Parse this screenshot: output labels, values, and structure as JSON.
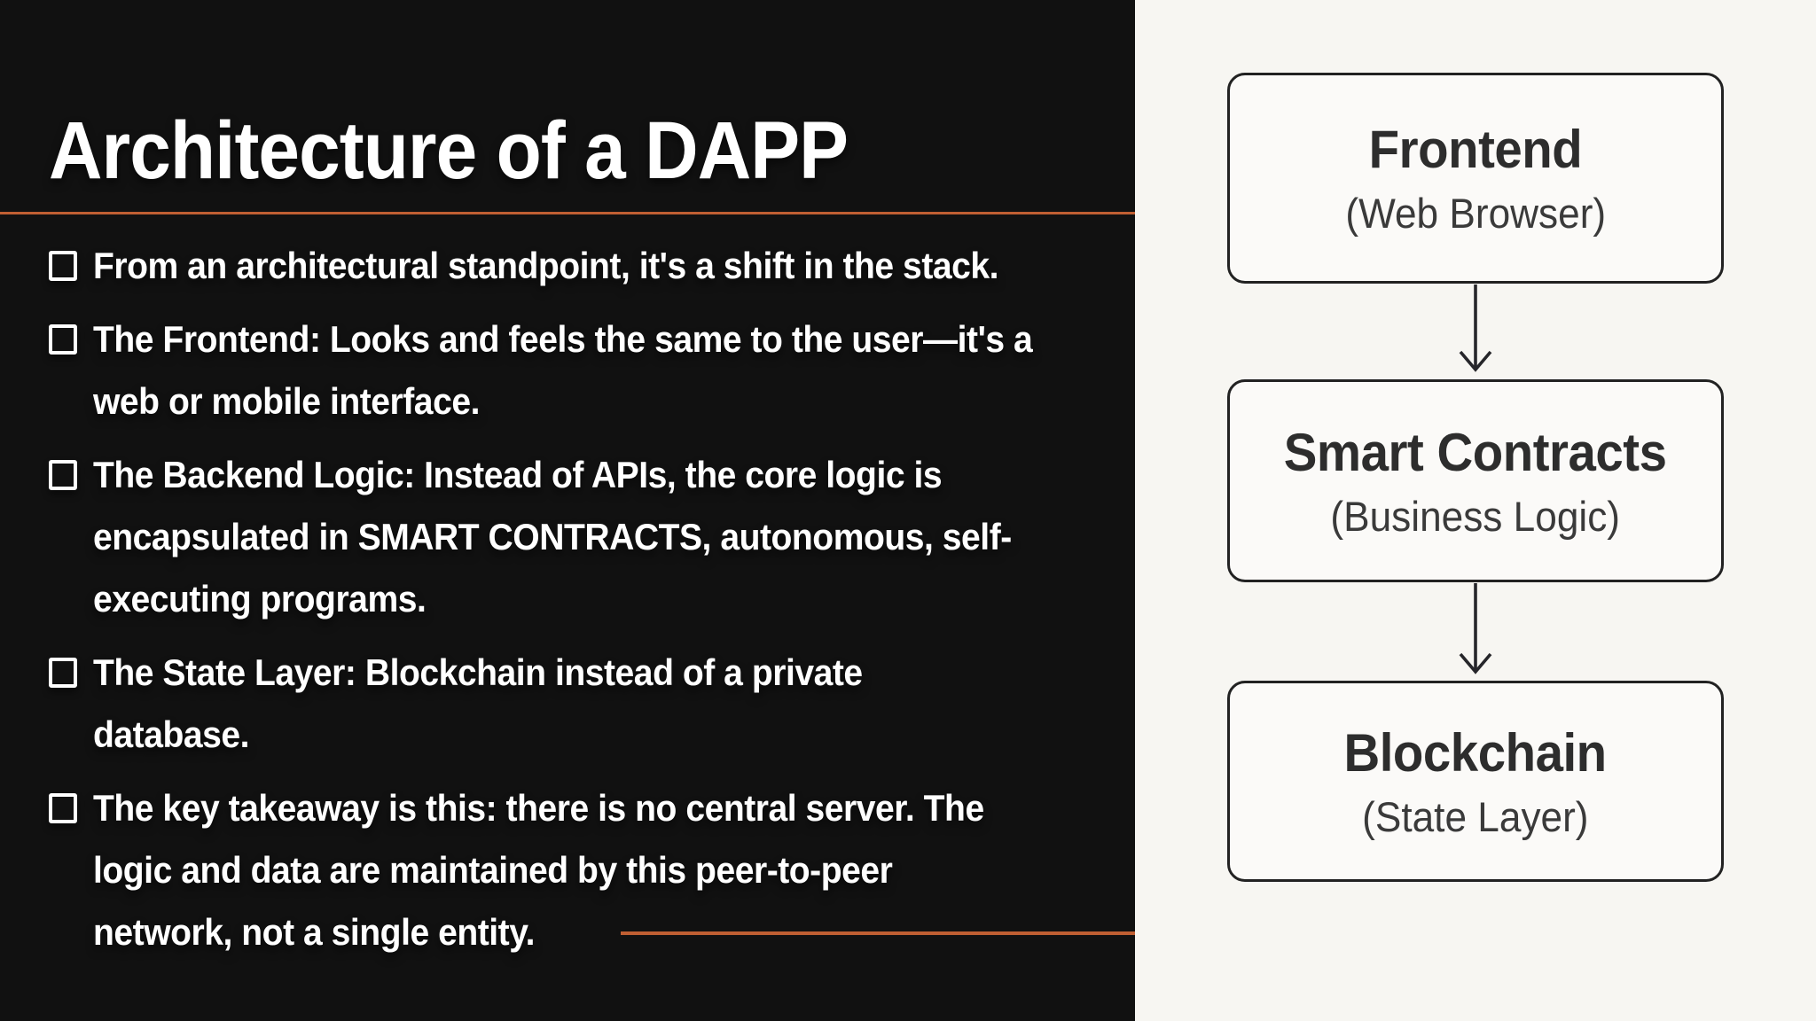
{
  "slide": {
    "title": "Architecture of a DAPP",
    "colors": {
      "accent": "#C05F33",
      "left-bg": "#111111",
      "right-bg": "#F7F6F2",
      "box-border": "#222222"
    },
    "bullets": [
      {
        "lines": [
          "From an architectural standpoint, it's a shift in the stack."
        ]
      },
      {
        "lines": [
          "The Frontend: Looks and feels the same to the user—it's a",
          "web or mobile interface."
        ]
      },
      {
        "lines": [
          "The Backend Logic: Instead of APIs, the core logic is",
          "encapsulated in SMART CONTRACTS, autonomous, self-",
          "executing programs."
        ]
      },
      {
        "lines": [
          "The State Layer: Blockchain instead of a private",
          "database."
        ]
      },
      {
        "lines": [
          "The key takeaway is this: there is no central server. The",
          "logic and data are maintained by this peer-to-peer",
          "network, not a single entity."
        ]
      }
    ]
  },
  "diagram": {
    "boxes": [
      {
        "title": "Frontend",
        "subtitle": "(Web Browser)"
      },
      {
        "title": "Smart Contracts",
        "subtitle": "(Business Logic)"
      },
      {
        "title": "Blockchain",
        "subtitle": "(State Layer)"
      }
    ]
  }
}
